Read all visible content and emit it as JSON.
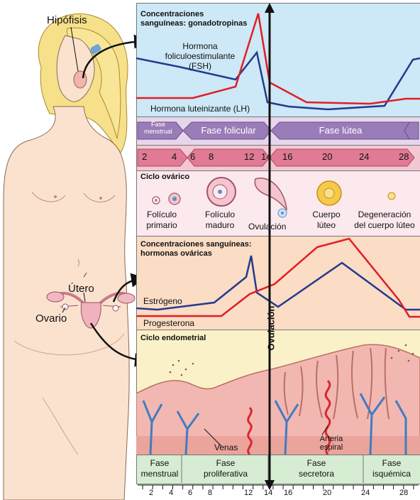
{
  "labels": {
    "pituitary": "Hipófisis",
    "uterus": "Útero",
    "ovary": "Ovario"
  },
  "gonadotropins": {
    "title_line1": "Concentraciones",
    "title_line2": "sanguíneas: gonadotropinas",
    "fsh_line1": "Hormona",
    "fsh_line2": "foliculoestimulante",
    "fsh_line3": "(FSH)",
    "lh": "Hormona luteinizante (LH)",
    "colors": {
      "fsh": "#233a8f",
      "lh": "#e01e26",
      "bg": "#cde8f6"
    }
  },
  "phases_top": {
    "menstrual_line1": "Fase",
    "menstrual_line2": "menstrual",
    "follicular": "Fase folicular",
    "luteal": "Fase lútea"
  },
  "days_band": [
    "2",
    "4",
    "6",
    "8",
    "12",
    "14",
    "16",
    "20",
    "24",
    "28"
  ],
  "ovarian_cycle": {
    "title": "Ciclo ovárico",
    "primary_line1": "Folículo",
    "primary_line2": "primario",
    "mature_line1": "Folículo",
    "mature_line2": "maduro",
    "ovulation": "Ovulación",
    "corpus_line1": "Cuerpo",
    "corpus_line2": "lúteo",
    "degeneration_line1": "Degeneración",
    "degeneration_line2": "del cuerpo lúteo"
  },
  "ovarian_hormones": {
    "title_line1": "Concentraciones sanguíneas:",
    "title_line2": "hormonas ováricas",
    "estrogen": "Estrógeno",
    "progesterone": "Progesterona",
    "colors": {
      "estrogen": "#233a8f",
      "progesterone": "#e01e26",
      "bg": "#fbdcc4"
    }
  },
  "endometrial": {
    "title": "Ciclo endometrial",
    "veins": "Venas",
    "artery_line1": "Arteria",
    "artery_line2": "espiral"
  },
  "ovulation_axis": "Ovulación",
  "phases_bottom": {
    "menstrual_line1": "Fase",
    "menstrual_line2": "menstrual",
    "proliferative_line1": "Fase",
    "proliferative_line2": "proliferativa",
    "secretory_line1": "Fase",
    "secretory_line2": "secretora",
    "ischemic_line1": "Fase",
    "ischemic_line2": "isquémica"
  },
  "axis_days": [
    "2",
    "4",
    "6",
    "8",
    "12",
    "14",
    "16",
    "20",
    "24",
    "28"
  ]
}
